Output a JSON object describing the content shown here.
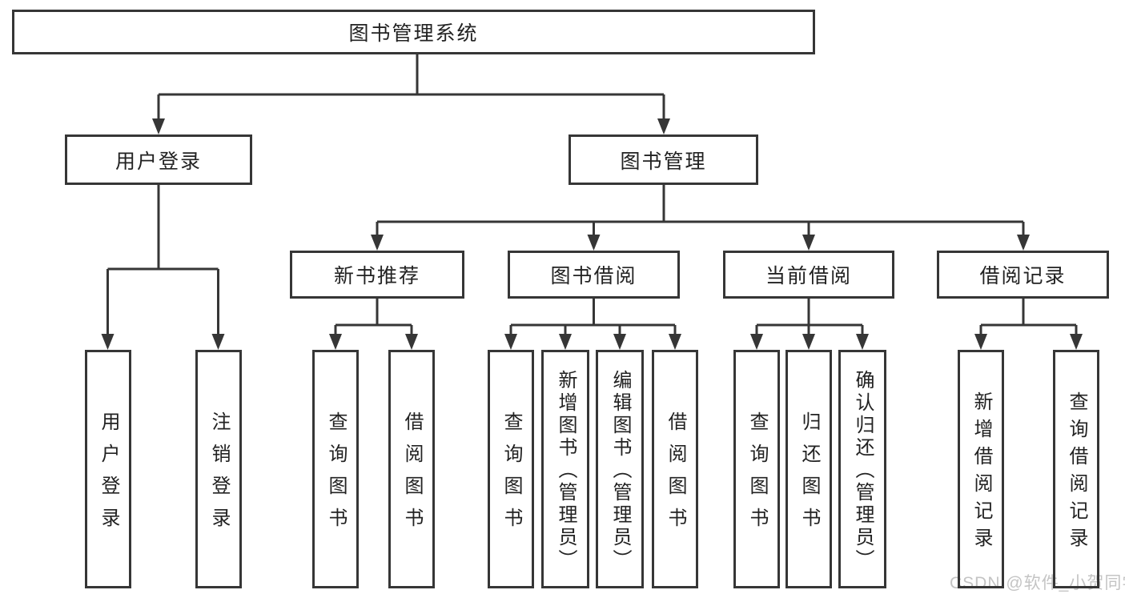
{
  "diagram": {
    "title": "图书管理系统",
    "root": {
      "label": "图书管理系统"
    },
    "level2": [
      {
        "label": "用户登录"
      },
      {
        "label": "图书管理"
      }
    ],
    "level3": [
      {
        "label": "新书推荐"
      },
      {
        "label": "图书借阅"
      },
      {
        "label": "当前借阅"
      },
      {
        "label": "借阅记录"
      }
    ],
    "leaves": {
      "user_login": [
        {
          "label": "用户登录"
        },
        {
          "label": "注销登录"
        }
      ],
      "new_book_recommend": [
        {
          "label": "查询图书"
        },
        {
          "label": "借阅图书"
        }
      ],
      "book_borrow": [
        {
          "label": "查询图书"
        },
        {
          "label": "新增图书（管理员）"
        },
        {
          "label": "编辑图书（管理员）"
        },
        {
          "label": "借阅图书"
        }
      ],
      "current_borrow": [
        {
          "label": "查询图书"
        },
        {
          "label": "归还图书"
        },
        {
          "label": "确认归还（管理员）"
        }
      ],
      "borrow_records": [
        {
          "label": "新增借阅记录"
        },
        {
          "label": "查询借阅记录"
        }
      ]
    },
    "watermark": "CSDN @软件_小贺同学",
    "colors": {
      "line": "#363636",
      "text": "#222222",
      "box_background": "#ffffff",
      "watermark": "#c4c4c4",
      "page_background": "#ffffff"
    }
  }
}
